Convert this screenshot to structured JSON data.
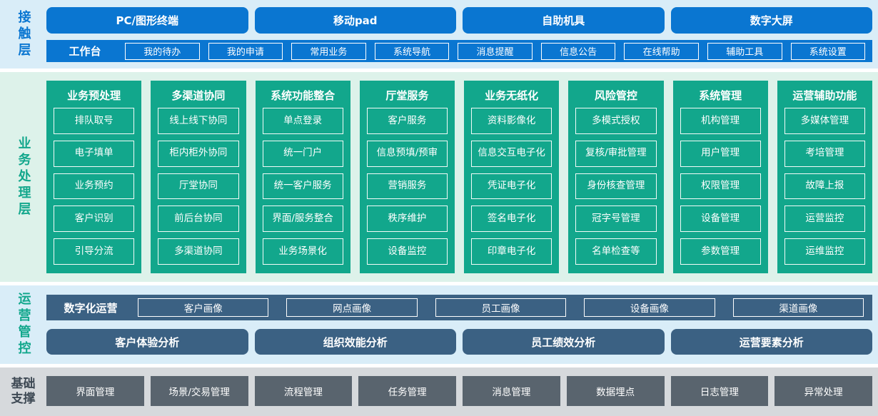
{
  "contact": {
    "label": "接触层",
    "channels": [
      "PC/图形终端",
      "移动pad",
      "自助机具",
      "数字大屏"
    ],
    "workbench": {
      "label": "工作台",
      "items": [
        "我的待办",
        "我的申请",
        "常用业务",
        "系统导航",
        "消息提醒",
        "信息公告",
        "在线帮助",
        "辅助工具",
        "系统设置"
      ]
    }
  },
  "business": {
    "label": "业务处理层",
    "columns": [
      {
        "title": "业务预处理",
        "items": [
          "排队取号",
          "电子填单",
          "业务预约",
          "客户识别",
          "引导分流"
        ]
      },
      {
        "title": "多渠道协同",
        "items": [
          "线上线下协同",
          "柜内柜外协同",
          "厅堂协同",
          "前后台协同",
          "多渠道协同"
        ]
      },
      {
        "title": "系统功能整合",
        "items": [
          "单点登录",
          "统一门户",
          "统一客户服务",
          "界面/服务整合",
          "业务场景化"
        ]
      },
      {
        "title": "厅堂服务",
        "items": [
          "客户服务",
          "信息预填/预审",
          "营销服务",
          "秩序维护",
          "设备监控"
        ]
      },
      {
        "title": "业务无纸化",
        "items": [
          "资料影像化",
          "信息交互电子化",
          "凭证电子化",
          "签名电子化",
          "印章电子化"
        ]
      },
      {
        "title": "风险管控",
        "items": [
          "多模式授权",
          "复核/审批管理",
          "身份核查管理",
          "冠字号管理",
          "名单检查等"
        ]
      },
      {
        "title": "系统管理",
        "items": [
          "机构管理",
          "用户管理",
          "权限管理",
          "设备管理",
          "参数管理"
        ]
      },
      {
        "title": "运营辅助功能",
        "items": [
          "多媒体管理",
          "考培管理",
          "故障上报",
          "运营监控",
          "运维监控"
        ]
      }
    ]
  },
  "operations": {
    "label": "运营管控",
    "digital": {
      "label": "数字化运营",
      "items": [
        "客户画像",
        "网点画像",
        "员工画像",
        "设备画像",
        "渠道画像"
      ]
    },
    "analysis": [
      "客户体验分析",
      "组织效能分析",
      "员工绩效分析",
      "运营要素分析"
    ]
  },
  "foundation": {
    "label": "基础支撑",
    "items": [
      "界面管理",
      "场景/交易管理",
      "流程管理",
      "任务管理",
      "消息管理",
      "数据埋点",
      "日志管理",
      "异常处理"
    ]
  },
  "colors": {
    "accent_blue": "#0a76d1",
    "accent_green": "#12a78c",
    "accent_slate": "#3b6183",
    "accent_gray": "#59646e",
    "bg_light_blue": "#d9edf8",
    "bg_light_green": "#ddf2ea",
    "bg_light_gray": "#d6d9dc",
    "label_dark": "#3e4954"
  }
}
